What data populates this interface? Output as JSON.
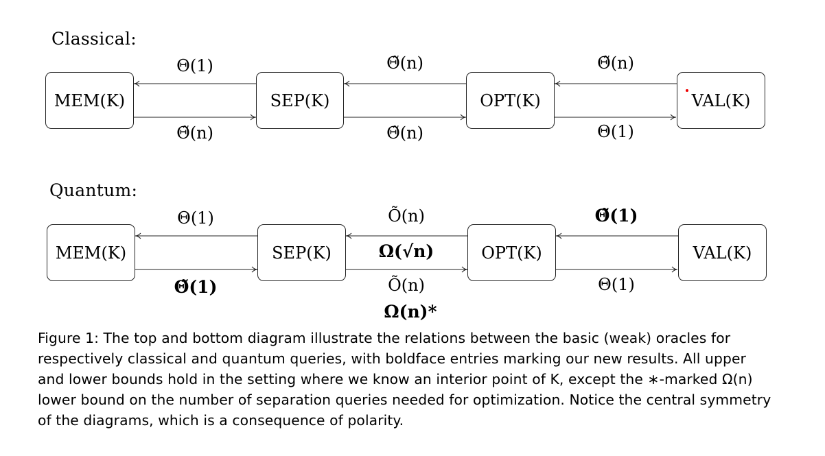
{
  "classical": {
    "label": "Classical:",
    "nodes": [
      "MEM(K)",
      "SEP(K)",
      "OPT(K)",
      "VAL(K)"
    ],
    "top_labels": [
      "Θ(1)",
      "Θ̃(n)",
      "Θ̃(n)"
    ],
    "bottom_labels": [
      "Θ̃(n)",
      "Θ̃(n)",
      "Θ(1)"
    ]
  },
  "quantum": {
    "label": "Quantum:",
    "nodes": [
      "MEM(K)",
      "SEP(K)",
      "OPT(K)",
      "VAL(K)"
    ],
    "top_labels": [
      "Θ(1)",
      "Õ(n)",
      "Θ̃(1)"
    ],
    "middle_label": "Ω(√n)",
    "bottom_labels": [
      "Θ̃(1)",
      "Õ(n)",
      "Θ(1)"
    ],
    "bottom_extra_label": "Ω(n)*"
  },
  "caption": {
    "lines": [
      "Figure 1:  The top and bottom diagram illustrate the relations between the basic (weak) oracles for",
      "respectively classical and quantum queries, with boldface entries marking our new results.  All upper",
      "and lower bounds hold in the setting where we know an interior point of K, except the ∗-marked Ω(n)",
      "lower bound on the number of separation queries needed for optimization.  Notice the central symmetry",
      "of the diagrams, which is a consequence of polarity."
    ]
  }
}
